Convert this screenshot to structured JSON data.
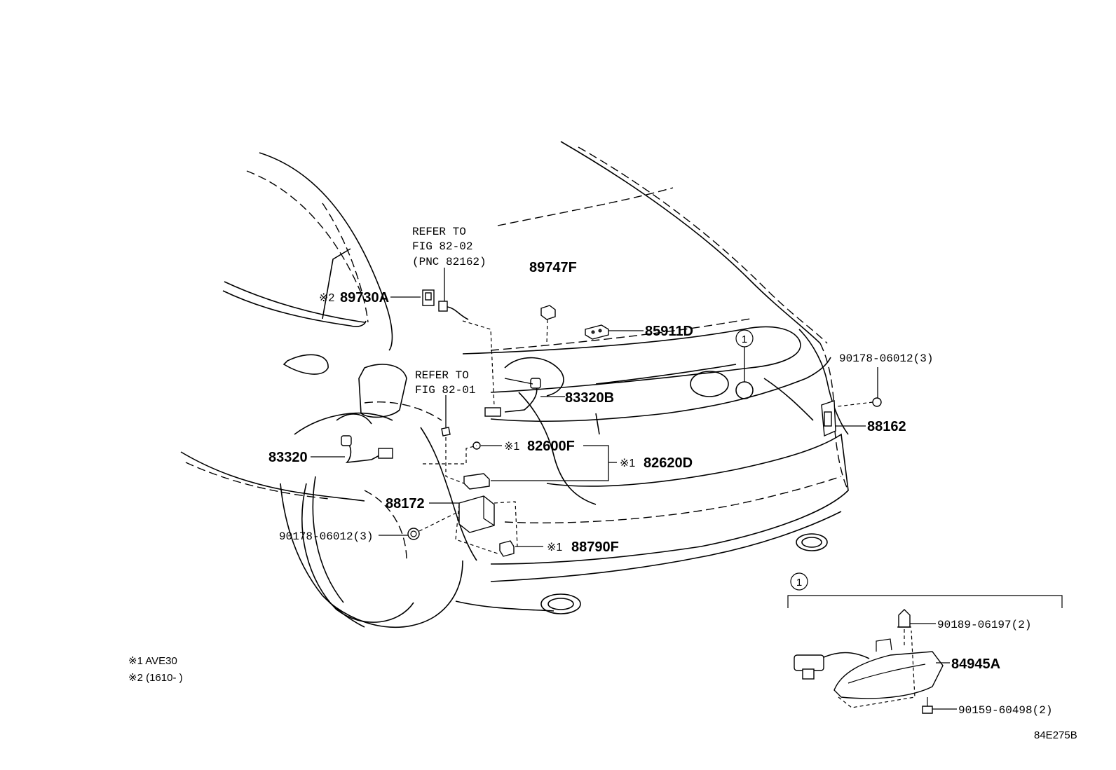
{
  "refs": {
    "fig_82_02": [
      "REFER TO",
      "FIG 82-02",
      "(PNC 82162)"
    ],
    "fig_82_01": [
      "REFER TO",
      "FIG 82-01"
    ]
  },
  "labels": {
    "p89730A": "89730A",
    "p89730A_mark": "※2",
    "p89747F": "89747F",
    "p85911D": "85911D",
    "p83320B": "83320B",
    "p83320": "83320",
    "p82600F": "82600F",
    "p82600F_mark": "※1",
    "p82620D": "82620D",
    "p82620D_mark": "※1",
    "p88172": "88172",
    "p88790F": "88790F",
    "p88790F_mark": "※1",
    "p90178_left": "90178-06012(3)",
    "p90178_right": "90178-06012(3)",
    "p88162": "88162",
    "p90189": "90189-06197(2)",
    "p84945A": "84945A",
    "p90159": "90159-60498(2)"
  },
  "callouts": {
    "detail_ref": "1",
    "detail_header": "1"
  },
  "notes": {
    "note1": "※1 AVE30",
    "note2": "※2 (1610-      )"
  },
  "figure_code": "84E275B"
}
